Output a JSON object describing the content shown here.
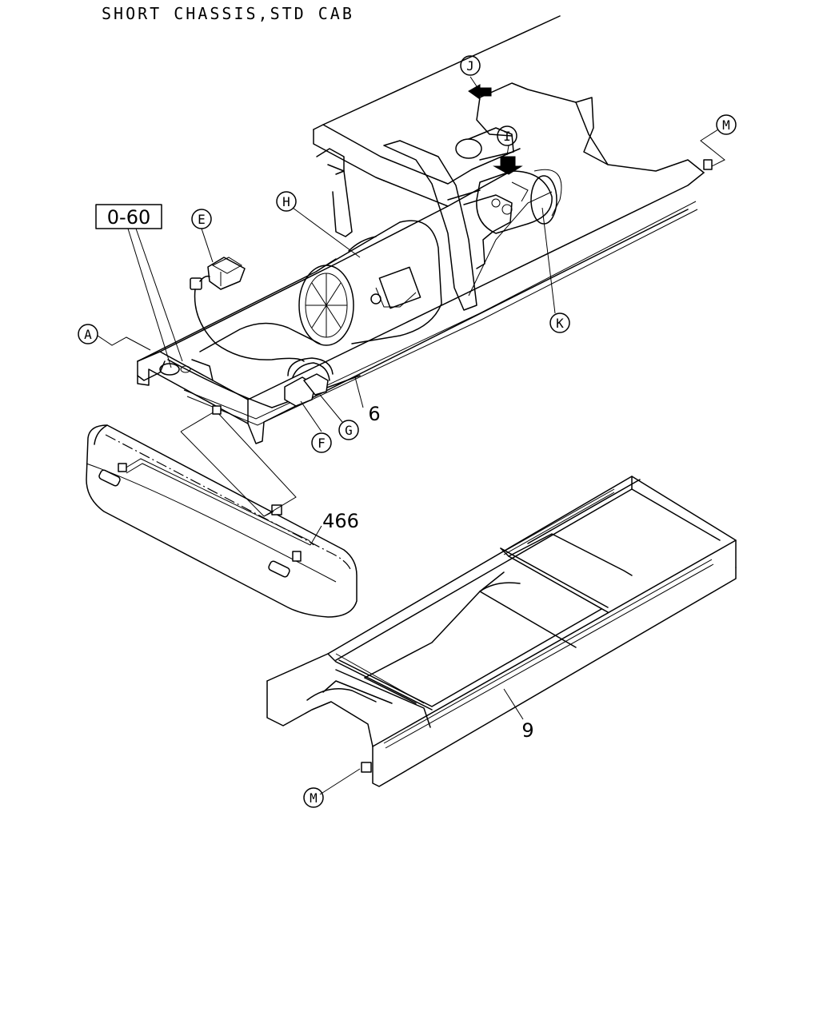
{
  "title": "SHORT CHASSIS,STD CAB",
  "reference_box": "0-60",
  "callouts": {
    "A": "A",
    "E": "E",
    "F": "F",
    "G": "G",
    "H": "H",
    "I": "I",
    "J": "J",
    "K": "K",
    "M_top": "M",
    "M_bottom": "M"
  },
  "part_numbers": {
    "harness_front": "6",
    "bumper": "466",
    "frame_rear": "9"
  },
  "colors": {
    "line": "#000000",
    "background": "#ffffff"
  }
}
